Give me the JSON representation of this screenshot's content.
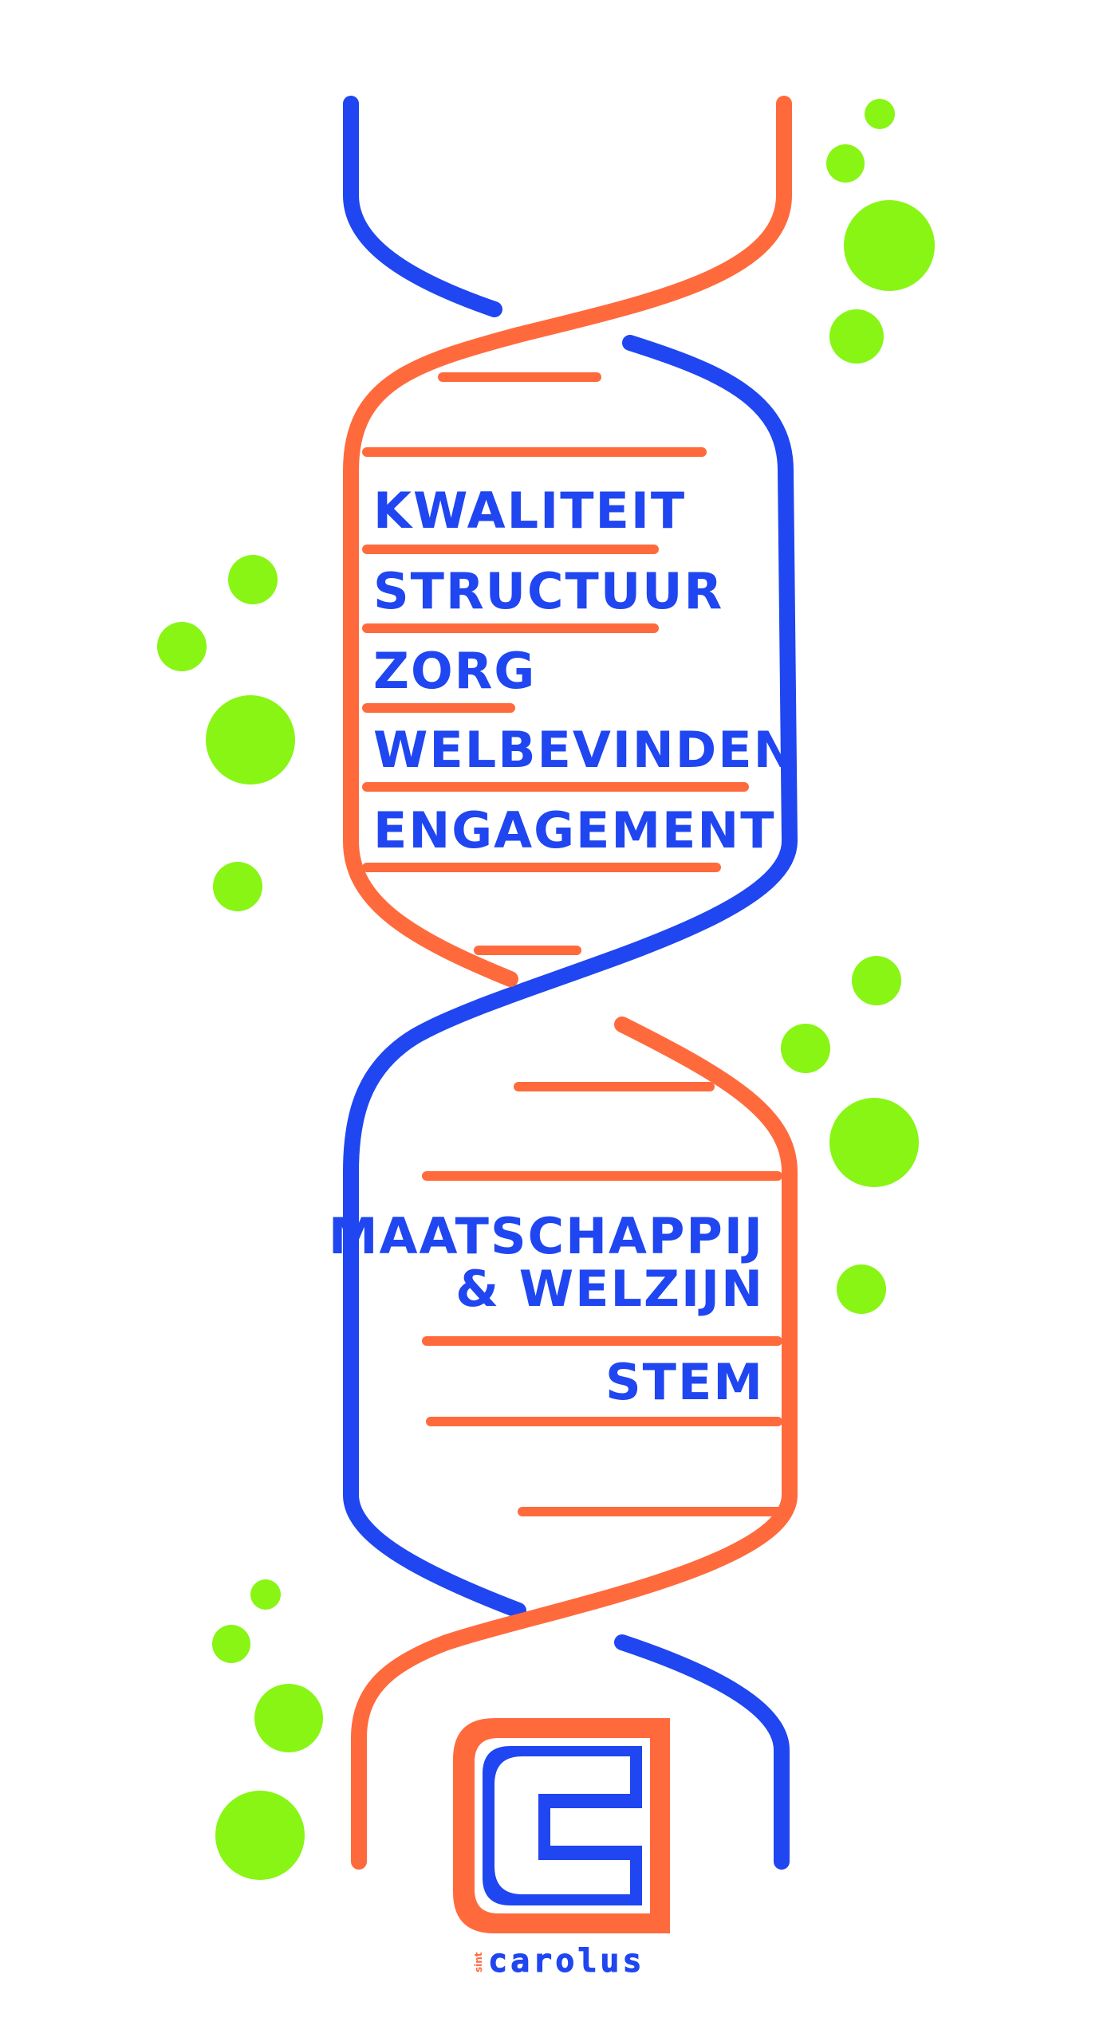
{
  "colors": {
    "blue": "#1f46f0",
    "orange": "#ff6a3d",
    "green": "#88f514",
    "white": "#ffffff"
  },
  "upper_section": {
    "items": [
      {
        "label": "KWALITEIT"
      },
      {
        "label": "STRUCTUUR"
      },
      {
        "label": "ZORG"
      },
      {
        "label": "WELBEVINDEN"
      },
      {
        "label": "ENGAGEMENT"
      }
    ]
  },
  "lower_section": {
    "items": [
      {
        "line1": "MAATSCHAPPIJ",
        "line2": "& WELZIJN"
      },
      {
        "line1": "STEM"
      }
    ]
  },
  "logo": {
    "icon": "letter-c-logo-icon",
    "prefix": "sint",
    "name": "carolus"
  },
  "decoration": {
    "icon": "dna-helix-icon",
    "bubbles_icon": "green-bubble-icon"
  }
}
